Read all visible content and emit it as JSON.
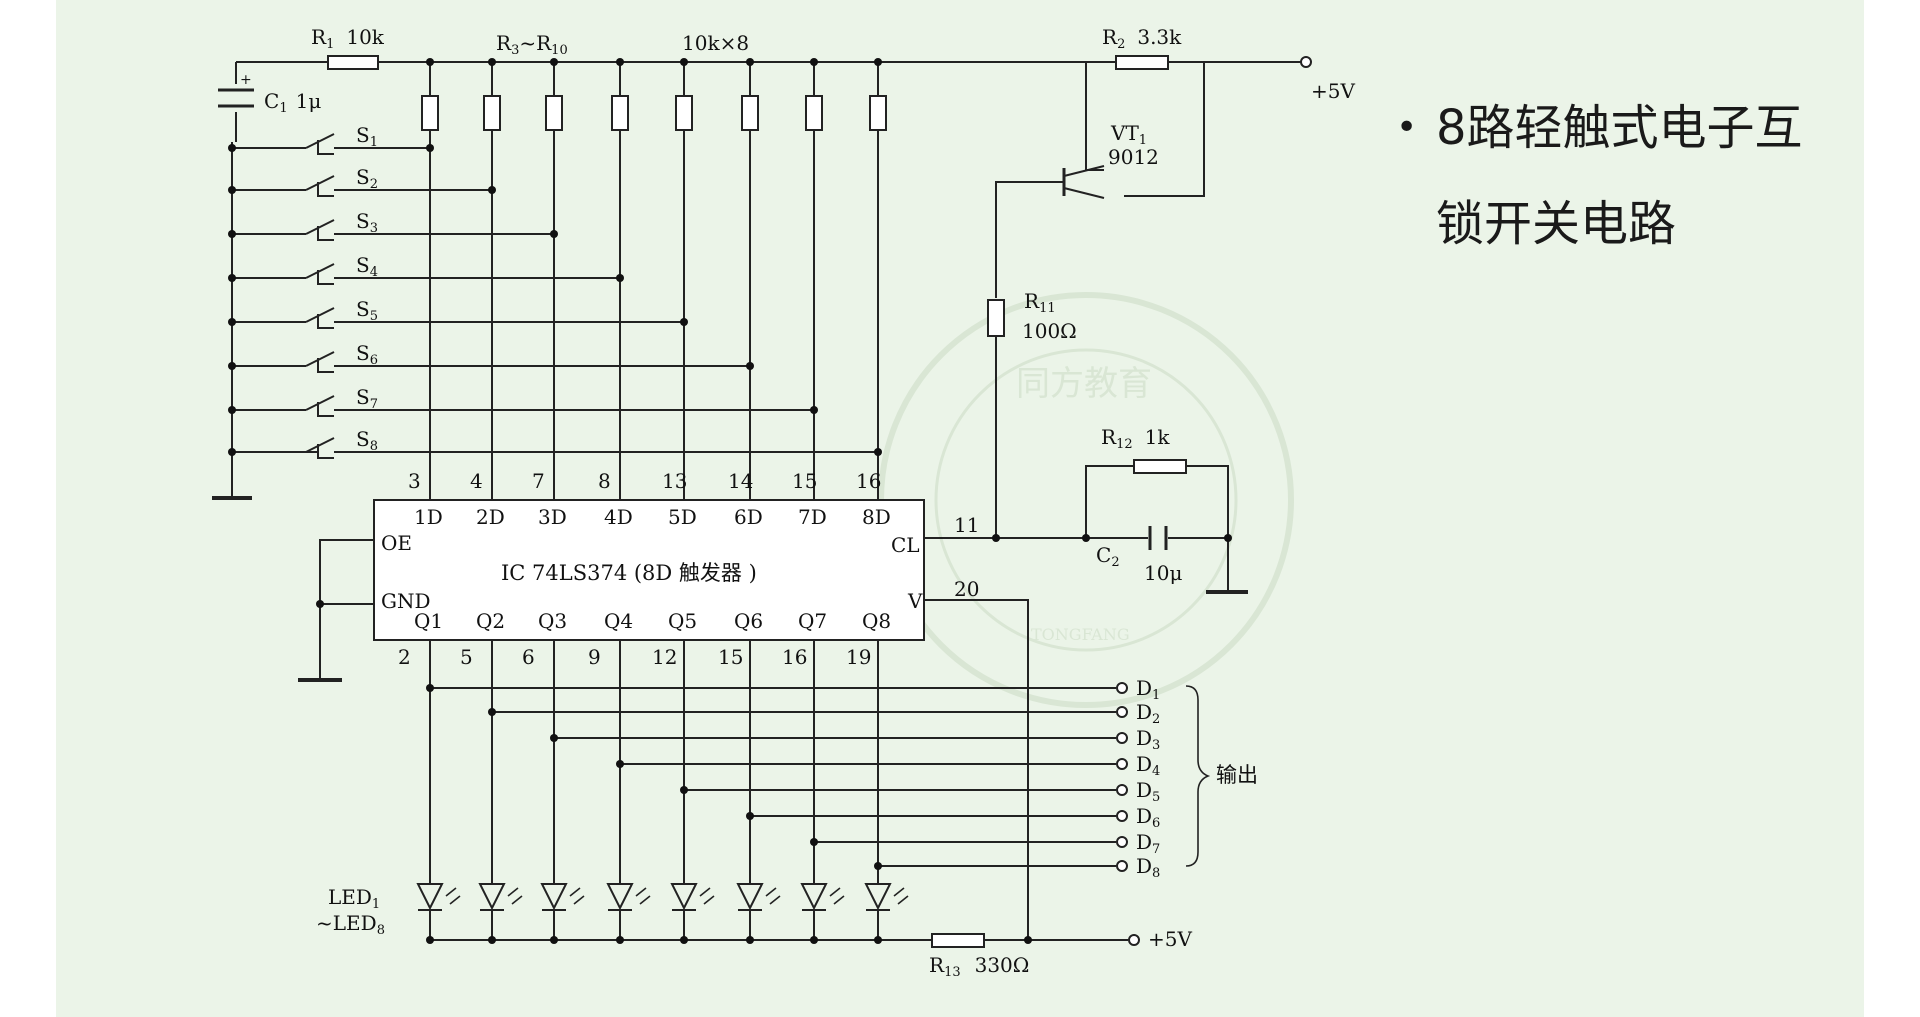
{
  "slide": {
    "bullet_text": "8路轻触式电子互锁开关电路",
    "bullet_line1": "8路轻触式电子互",
    "bullet_line2": "锁开关电路",
    "background": "#ebf4e8"
  },
  "circuit": {
    "r1": {
      "ref": "R",
      "sub": "1",
      "value": "10k"
    },
    "r3_r10": {
      "ref": "R",
      "sub_a": "3",
      "sep": "~R",
      "sub_b": "10",
      "value": "10k×8"
    },
    "c1": {
      "ref": "C",
      "sub": "1",
      "value": "1μ",
      "polarity": "+"
    },
    "r2": {
      "ref": "R",
      "sub": "2",
      "value": "3.3k"
    },
    "vcc_label": "+5V",
    "vt1": {
      "ref": "VT",
      "sub": "1",
      "part": "9012"
    },
    "r11": {
      "ref": "R",
      "sub": "11",
      "value": "100Ω"
    },
    "r12": {
      "ref": "R",
      "sub": "12",
      "value": "1k"
    },
    "c2": {
      "ref": "C",
      "sub": "2",
      "value": "10μ"
    },
    "r13": {
      "ref": "R",
      "sub": "13",
      "value": "330Ω"
    },
    "switches": [
      {
        "label": "S",
        "sub": "1"
      },
      {
        "label": "S",
        "sub": "2"
      },
      {
        "label": "S",
        "sub": "3"
      },
      {
        "label": "S",
        "sub": "4"
      },
      {
        "label": "S",
        "sub": "5"
      },
      {
        "label": "S",
        "sub": "6"
      },
      {
        "label": "S",
        "sub": "7"
      },
      {
        "label": "S",
        "sub": "8"
      }
    ],
    "ic": {
      "title": "IC  74LS374 (8D 触发器 )",
      "inputs": [
        "1D",
        "2D",
        "3D",
        "4D",
        "5D",
        "6D",
        "7D",
        "8D"
      ],
      "input_pins": [
        "3",
        "4",
        "7",
        "8",
        "13",
        "14",
        "15",
        "16"
      ],
      "outputs": [
        "Q1",
        "Q2",
        "Q3",
        "Q4",
        "Q5",
        "Q6",
        "Q7",
        "Q8"
      ],
      "output_pins": [
        "2",
        "5",
        "6",
        "9",
        "12",
        "15",
        "16",
        "19"
      ],
      "oe": "OE",
      "gnd": "GND",
      "cl": "CL",
      "cl_pin": "11",
      "v": "V",
      "v_pin": "20"
    },
    "outputs": [
      {
        "label": "D",
        "sub": "1"
      },
      {
        "label": "D",
        "sub": "2"
      },
      {
        "label": "D",
        "sub": "3"
      },
      {
        "label": "D",
        "sub": "4"
      },
      {
        "label": "D",
        "sub": "5"
      },
      {
        "label": "D",
        "sub": "6"
      },
      {
        "label": "D",
        "sub": "7"
      },
      {
        "label": "D",
        "sub": "8"
      }
    ],
    "output_group_label": "输出",
    "led_label_a": "LED",
    "led_label_a_sub": "1",
    "led_label_b": "~LED",
    "led_label_b_sub": "8",
    "watermark_text": "同方教育",
    "watermark_brand": "TONGFANG"
  }
}
